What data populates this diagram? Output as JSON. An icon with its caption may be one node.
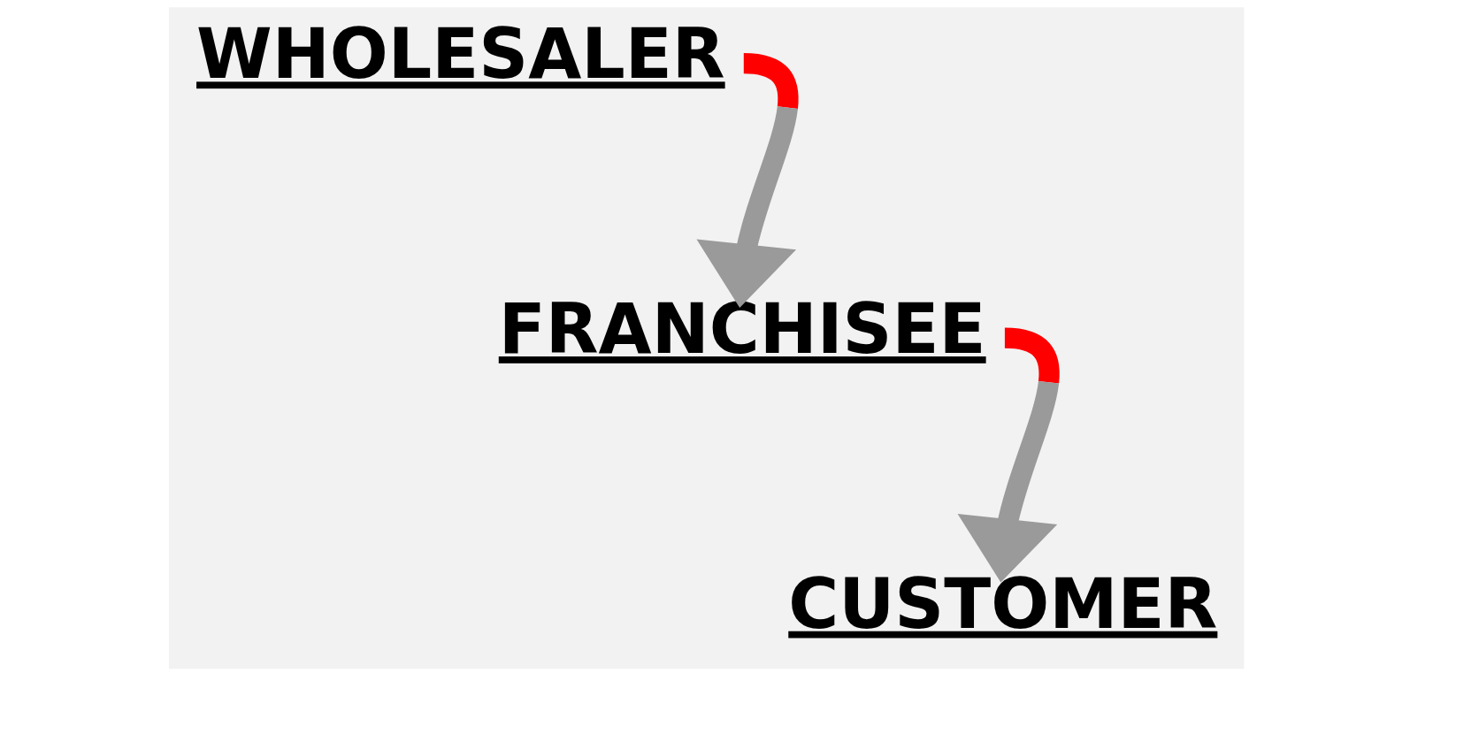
{
  "diagram": {
    "nodes": [
      {
        "text": [
          "WHOLESALER"
        ]
      },
      {
        "text": [
          "FRANCHISEE"
        ]
      },
      {
        "text": [
          "CUSTOMER"
        ]
      }
    ],
    "edges": [
      {
        "from": 0,
        "to": 1,
        "arrow": "to"
      },
      {
        "from": 1,
        "to": 2,
        "arrow": "to"
      }
    ]
  }
}
